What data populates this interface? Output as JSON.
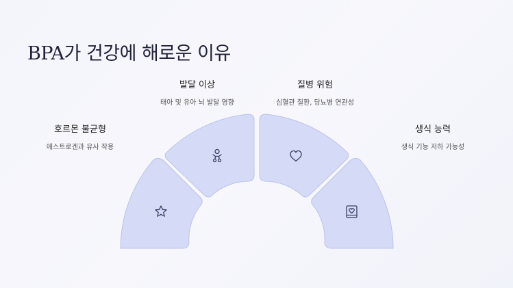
{
  "title": "BPA가 건강에 해로운 이유",
  "segments": [
    {
      "heading": "호르몬 불균형",
      "desc": "에스트로겐과 유사 작용",
      "icon": "star-icon"
    },
    {
      "heading": "발달 이상",
      "desc": "태아 및 유아 뇌 발달 영향",
      "icon": "baby-icon"
    },
    {
      "heading": "질병 위험",
      "desc": "심혈관 질환, 당뇨병 연관성",
      "icon": "heart-icon"
    },
    {
      "heading": "생식 능력",
      "desc": "생식 기능 저하 가능성",
      "icon": "book-heart-icon"
    }
  ]
}
